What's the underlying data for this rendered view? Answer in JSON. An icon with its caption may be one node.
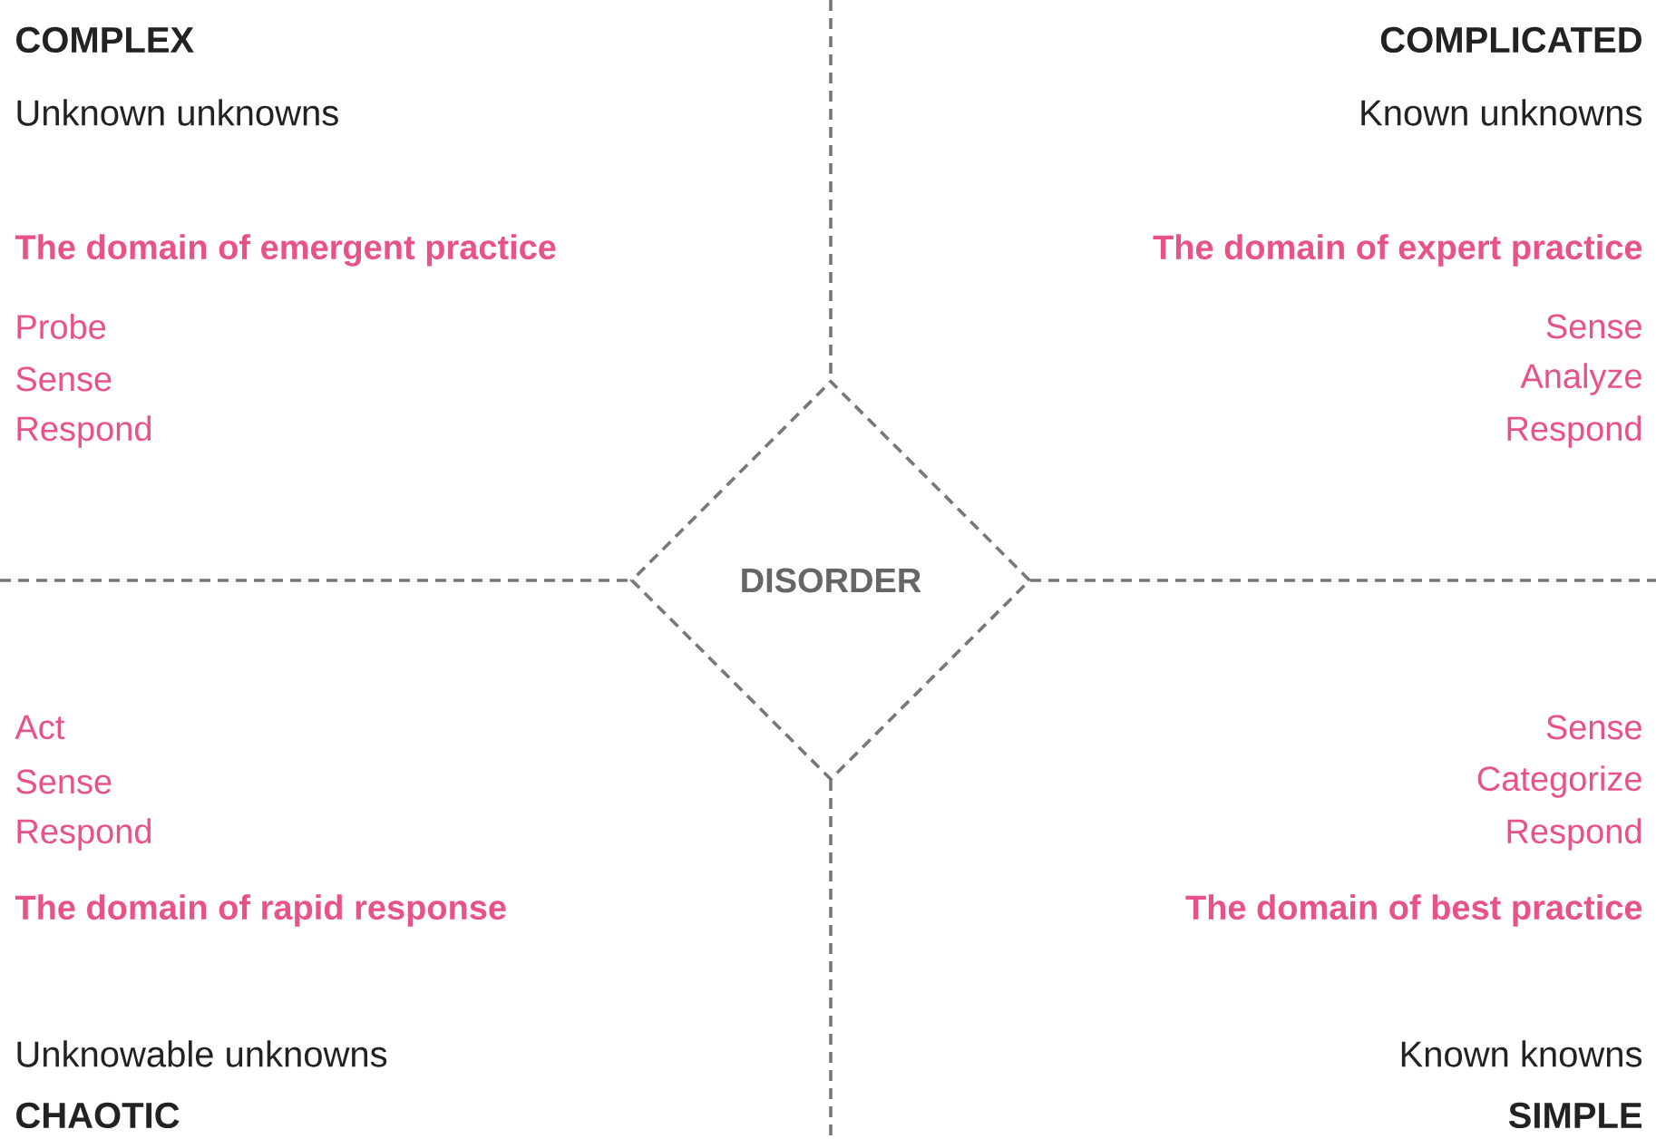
{
  "diagram": {
    "nodes": [
      {
        "text": [
          "DISORDER"
        ]
      }
    ],
    "labels": [
      "COMPLEX",
      "Unknown unknowns",
      "The domain of emergent practice",
      "Probe",
      "Sense",
      "Respond",
      "COMPLICATED",
      "Known unknowns",
      "The domain of expert practice",
      "Sense",
      "Analyze",
      "Respond",
      "Act",
      "Sense",
      "Respond",
      "The domain of rapid response",
      "Unknowable unknowns",
      "CHAOTIC",
      "Sense",
      "Categorize",
      "Respond",
      "The domain of best practice",
      "Known knowns",
      "SIMPLE"
    ]
  }
}
